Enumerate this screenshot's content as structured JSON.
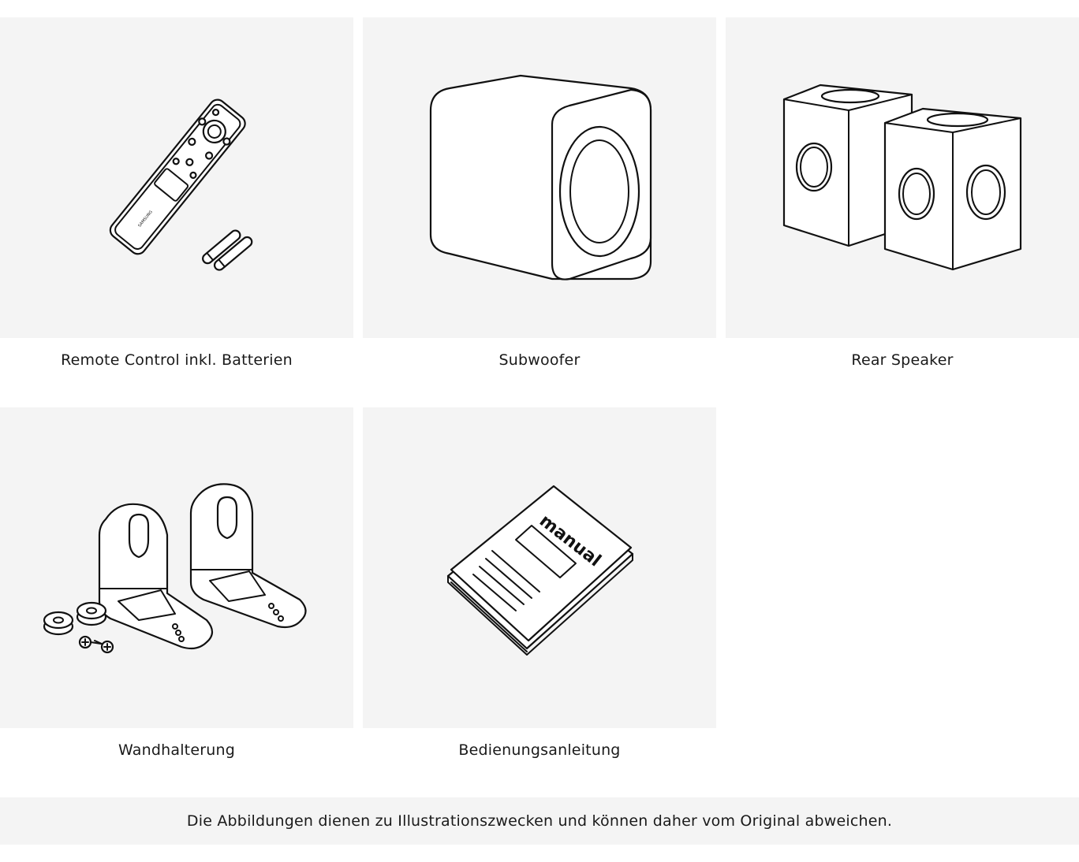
{
  "items": [
    {
      "label": "Remote Control  inkl. Batterien",
      "icon": "remote-control-icon"
    },
    {
      "label": "Subwoofer",
      "icon": "subwoofer-icon"
    },
    {
      "label": "Rear Speaker",
      "icon": "rear-speaker-icon"
    },
    {
      "label": "Wandhalterung",
      "icon": "wall-mount-icon"
    },
    {
      "label": "Bedienungsanleitung",
      "icon": "manual-icon"
    }
  ],
  "manual_cover_text": "manual",
  "remote_brand_text": "SAMSUNG",
  "disclaimer": "Die Abbildungen dienen zu Illustrationszwecken und können daher vom Original abweichen."
}
